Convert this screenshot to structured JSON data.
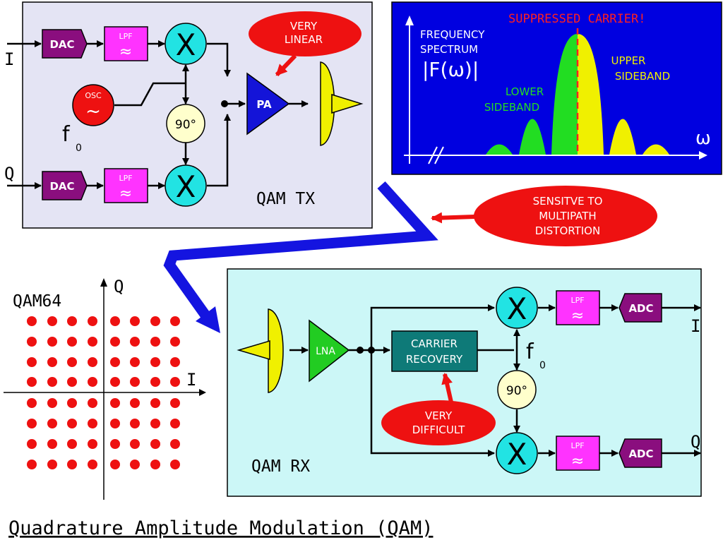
{
  "tx": {
    "title": "QAM TX",
    "input_i": "I",
    "input_q": "Q",
    "dac": "DAC",
    "lpf": "LPF",
    "filter_symbol": "≈",
    "mixer": "X",
    "osc": "OSC",
    "osc_symbol": "~",
    "f0": "f",
    "f0_sub": "0",
    "phase": "90°",
    "pa": "PA",
    "note_line1": "VERY",
    "note_line2": "LINEAR"
  },
  "spectrum": {
    "title_line1": "FREQUENCY",
    "title_line2": "SPECTRUM",
    "magnitude": "|F(ω)|",
    "carrier": "SUPPRESSED CARRIER!",
    "lower_line1": "LOWER",
    "lower_line2": "SIDEBAND",
    "upper_line1": "UPPER",
    "upper_line2": "SIDEBAND",
    "axis": "ω",
    "colors": {
      "background": "#0000e0",
      "lower": "#22dd22",
      "upper": "#f0f000",
      "carrier": "#ff2020"
    }
  },
  "multipath_note": {
    "line1": "SENSITVE TO",
    "line2": "MULTIPATH",
    "line3": "DISTORTION"
  },
  "constellation": {
    "title": "QAM64",
    "axis_i": "I",
    "axis_q": "Q",
    "dot_color": "#ee1111"
  },
  "rx": {
    "title": "QAM RX",
    "lna": "LNA",
    "carrier_line1": "CARRIER",
    "carrier_line2": "RECOVERY",
    "mixer": "X",
    "lpf": "LPF",
    "filter_symbol": "≈",
    "adc": "ADC",
    "f0": "f",
    "f0_sub": "0",
    "phase": "90°",
    "output_i": "I",
    "output_q": "Q",
    "note_line1": "VERY",
    "note_line2": "DIFFICULT"
  },
  "caption": "Quadrature Amplitude Modulation (QAM)"
}
